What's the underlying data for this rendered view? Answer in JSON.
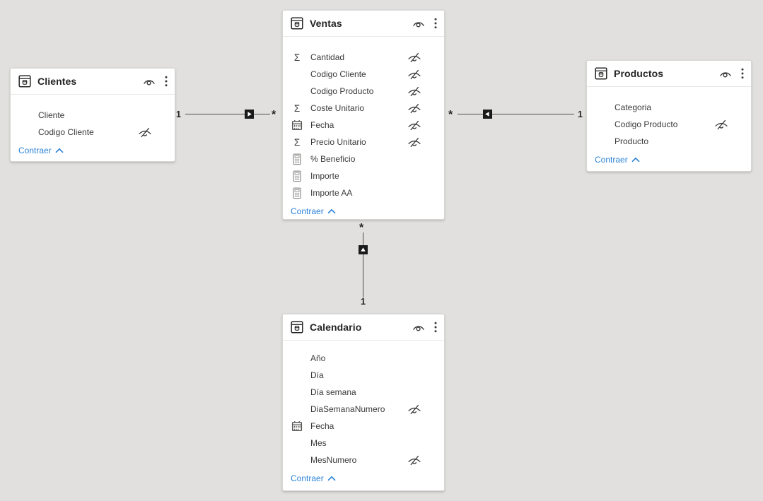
{
  "view": {
    "background_color": "#e1e0df",
    "link_color": "#2b83d8",
    "line_color": "#4e4d4c",
    "marker_color": "#1a1a1a",
    "card_color": "#ffffff"
  },
  "tables": [
    {
      "title": "Clientes",
      "collapse_label": "Contraer",
      "fields": [
        {
          "name": "Cliente",
          "icon": "none",
          "hidden": false
        },
        {
          "name": "Codigo Cliente",
          "icon": "none",
          "hidden": true
        }
      ]
    },
    {
      "title": "Ventas",
      "collapse_label": "Contraer",
      "fields": [
        {
          "name": "Cantidad",
          "icon": "sigma",
          "hidden": true
        },
        {
          "name": "Codigo Cliente",
          "icon": "none",
          "hidden": true
        },
        {
          "name": "Codigo Producto",
          "icon": "none",
          "hidden": true
        },
        {
          "name": "Coste Unitario",
          "icon": "sigma",
          "hidden": true
        },
        {
          "name": "Fecha",
          "icon": "calendar",
          "hidden": true
        },
        {
          "name": "Precio Unitario",
          "icon": "sigma",
          "hidden": true
        },
        {
          "name": "% Beneficio",
          "icon": "calculator",
          "hidden": false
        },
        {
          "name": "Importe",
          "icon": "calculator",
          "hidden": false
        },
        {
          "name": "Importe AA",
          "icon": "calculator",
          "hidden": false
        }
      ]
    },
    {
      "title": "Productos",
      "collapse_label": "Contraer",
      "fields": [
        {
          "name": "Categoria",
          "icon": "none",
          "hidden": false
        },
        {
          "name": "Codigo Producto",
          "icon": "none",
          "hidden": true
        },
        {
          "name": "Producto",
          "icon": "none",
          "hidden": false
        }
      ]
    },
    {
      "title": "Calendario",
      "collapse_label": "Contraer",
      "fields": [
        {
          "name": "Año",
          "icon": "none",
          "hidden": false
        },
        {
          "name": "Día",
          "icon": "none",
          "hidden": false
        },
        {
          "name": "Día semana",
          "icon": "none",
          "hidden": false
        },
        {
          "name": "DiaSemanaNumero",
          "icon": "none",
          "hidden": true
        },
        {
          "name": "Fecha",
          "icon": "calendar",
          "hidden": false
        },
        {
          "name": "Mes",
          "icon": "none",
          "hidden": false
        },
        {
          "name": "MesNumero",
          "icon": "none",
          "hidden": true
        }
      ]
    }
  ],
  "relationships": [
    {
      "from": "Clientes",
      "to": "Ventas",
      "one_label": "1",
      "many_label": "*",
      "arrow": "right"
    },
    {
      "from": "Ventas",
      "to": "Productos",
      "one_label": "1",
      "many_label": "*",
      "arrow": "left"
    },
    {
      "from": "Calendario",
      "to": "Ventas",
      "one_label": "1",
      "many_label": "*",
      "arrow": "up"
    }
  ]
}
